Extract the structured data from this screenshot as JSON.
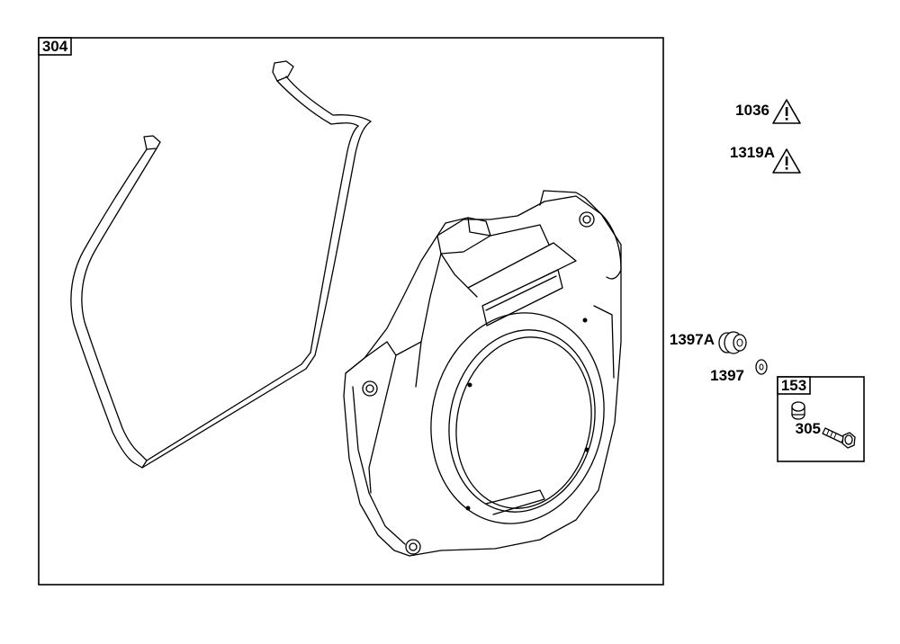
{
  "frames": {
    "main_box_label": "304",
    "kit_box_label": "153"
  },
  "callouts": {
    "warning_1": "1036",
    "warning_2": "1319A",
    "grommet": "1397A",
    "washer": "1397",
    "bolt": "305"
  },
  "icons": {
    "warning": "warning-triangle-icon"
  }
}
